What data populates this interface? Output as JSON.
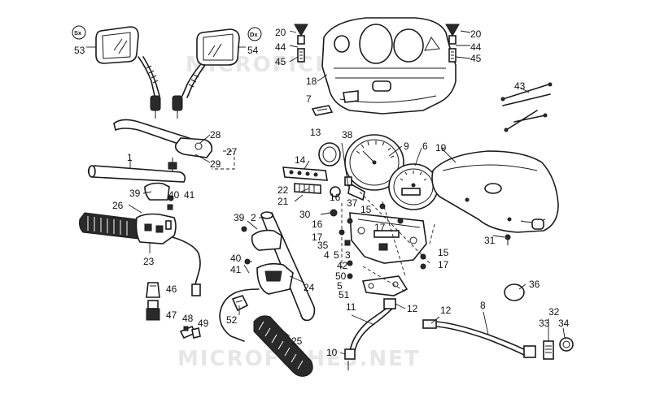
{
  "watermarks": [
    "MICROFICHES.NET",
    "MICROFICHES.NET"
  ],
  "side_tags": {
    "left": "Sx",
    "right": "Dx"
  },
  "callouts": [
    {
      "label": "53"
    },
    {
      "label": "54"
    },
    {
      "label": "20"
    },
    {
      "label": "44"
    },
    {
      "label": "45"
    },
    {
      "label": "18"
    },
    {
      "label": "20"
    },
    {
      "label": "44"
    },
    {
      "label": "45"
    },
    {
      "label": "43"
    },
    {
      "label": "7"
    },
    {
      "label": "28"
    },
    {
      "label": "27"
    },
    {
      "label": "29"
    },
    {
      "label": "1"
    },
    {
      "label": "39"
    },
    {
      "label": "40"
    },
    {
      "label": "41"
    },
    {
      "label": "26"
    },
    {
      "label": "23"
    },
    {
      "label": "46"
    },
    {
      "label": "47"
    },
    {
      "label": "48"
    },
    {
      "label": "49"
    },
    {
      "label": "13"
    },
    {
      "label": "38"
    },
    {
      "label": "9"
    },
    {
      "label": "6"
    },
    {
      "label": "19"
    },
    {
      "label": "14"
    },
    {
      "label": "22"
    },
    {
      "label": "21"
    },
    {
      "label": "30"
    },
    {
      "label": "37"
    },
    {
      "label": "15"
    },
    {
      "label": "16"
    },
    {
      "label": "16"
    },
    {
      "label": "17"
    },
    {
      "label": "17"
    },
    {
      "label": "35"
    },
    {
      "label": "4"
    },
    {
      "label": "5"
    },
    {
      "label": "3"
    },
    {
      "label": "42"
    },
    {
      "label": "50"
    },
    {
      "label": "5"
    },
    {
      "label": "51"
    },
    {
      "label": "15"
    },
    {
      "label": "17"
    },
    {
      "label": "31"
    },
    {
      "label": "39"
    },
    {
      "label": "2"
    },
    {
      "label": "40"
    },
    {
      "label": "41"
    },
    {
      "label": "24"
    },
    {
      "label": "52"
    },
    {
      "label": "25"
    },
    {
      "label": "11"
    },
    {
      "label": "12"
    },
    {
      "label": "10"
    },
    {
      "label": "12"
    },
    {
      "label": "8"
    },
    {
      "label": "36"
    },
    {
      "label": "32"
    },
    {
      "label": "33"
    },
    {
      "label": "34"
    }
  ]
}
